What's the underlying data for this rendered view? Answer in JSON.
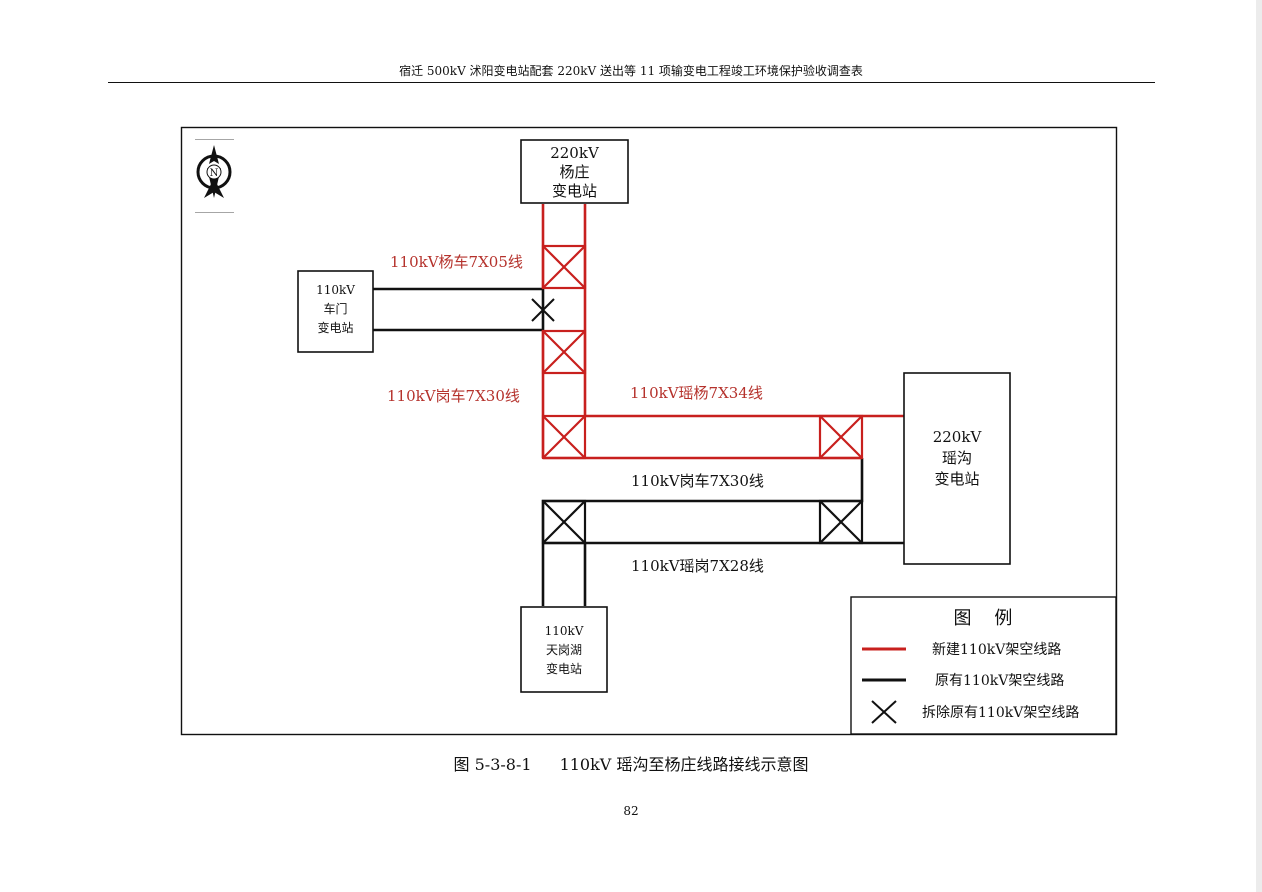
{
  "header": {
    "title": "宿迁 500kV 沭阳变电站配套 220kV 送出等 11 项输变电工程竣工环境保护验收调查表"
  },
  "diagram": {
    "compass_label": "N",
    "stations": {
      "yangzhuang": {
        "lines": [
          "220kV",
          "杨庄",
          "变电站"
        ]
      },
      "chemen": {
        "lines": [
          "110kV",
          "车门",
          "变电站"
        ]
      },
      "yaogou": {
        "lines": [
          "220kV",
          "瑶沟",
          "变电站"
        ]
      },
      "tiangang": {
        "lines": [
          "110kV",
          "天岗湖",
          "变电站"
        ]
      }
    },
    "line_labels": {
      "yangche": "110kV杨车7X05线",
      "gangche_red": "110kV岗车7X30线",
      "yaoyang": "110kV瑶杨7X34线",
      "gangche_black": "110kV岗车7X30线",
      "yaogang": "110kV瑶岗7X28线"
    },
    "legend": {
      "title": "图    例",
      "items": [
        {
          "label": "新建110kV架空线路"
        },
        {
          "label": "原有110kV架空线路"
        },
        {
          "label": "拆除原有110kV架空线路"
        }
      ]
    },
    "colors": {
      "new_line": "#c8201e",
      "new_label": "#b5322c",
      "existing_line": "#111111",
      "frame": "#111111"
    }
  },
  "caption": {
    "figure_number": "图 5-3-8-1",
    "text": "110kV 瑶沟至杨庄线路接线示意图"
  },
  "page_number": "82"
}
